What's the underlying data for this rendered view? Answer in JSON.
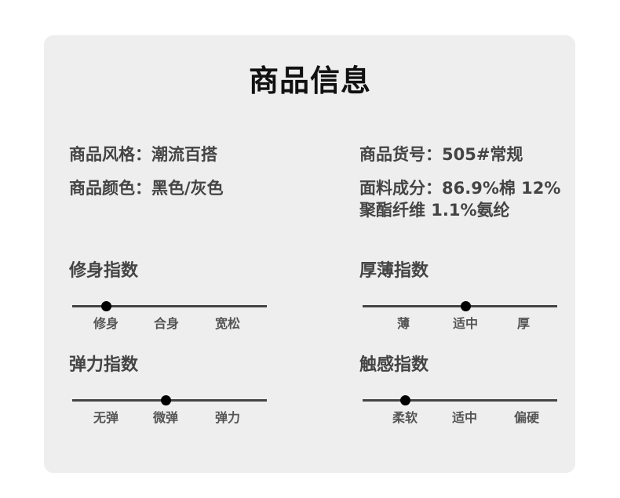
{
  "title": "商品信息",
  "info": {
    "style": "商品风格：潮流百搭",
    "color": "商品颜色：黑色/灰色",
    "sku": "商品货号：505#常规",
    "fabric": "面料成分：86.9%棉 12%聚酯纤维 1.1%氨纶"
  },
  "scales": [
    {
      "name": "修身指数",
      "labels": [
        "修身",
        "合身",
        "宽松"
      ],
      "selected_index": 0
    },
    {
      "name": "厚薄指数",
      "labels": [
        "薄",
        "适中",
        "厚"
      ],
      "selected_index": 1
    },
    {
      "name": "弹力指数",
      "labels": [
        "无弹",
        "微弹",
        "弹力"
      ],
      "selected_index": 1
    },
    {
      "name": "触感指数",
      "labels": [
        "柔软",
        "适中",
        "偏硬"
      ],
      "selected_index": 0
    }
  ],
  "colors": {
    "background": "#ffffff",
    "card": "#eeeeee",
    "text": "#444444",
    "title": "#111111",
    "dot": "#000000"
  }
}
